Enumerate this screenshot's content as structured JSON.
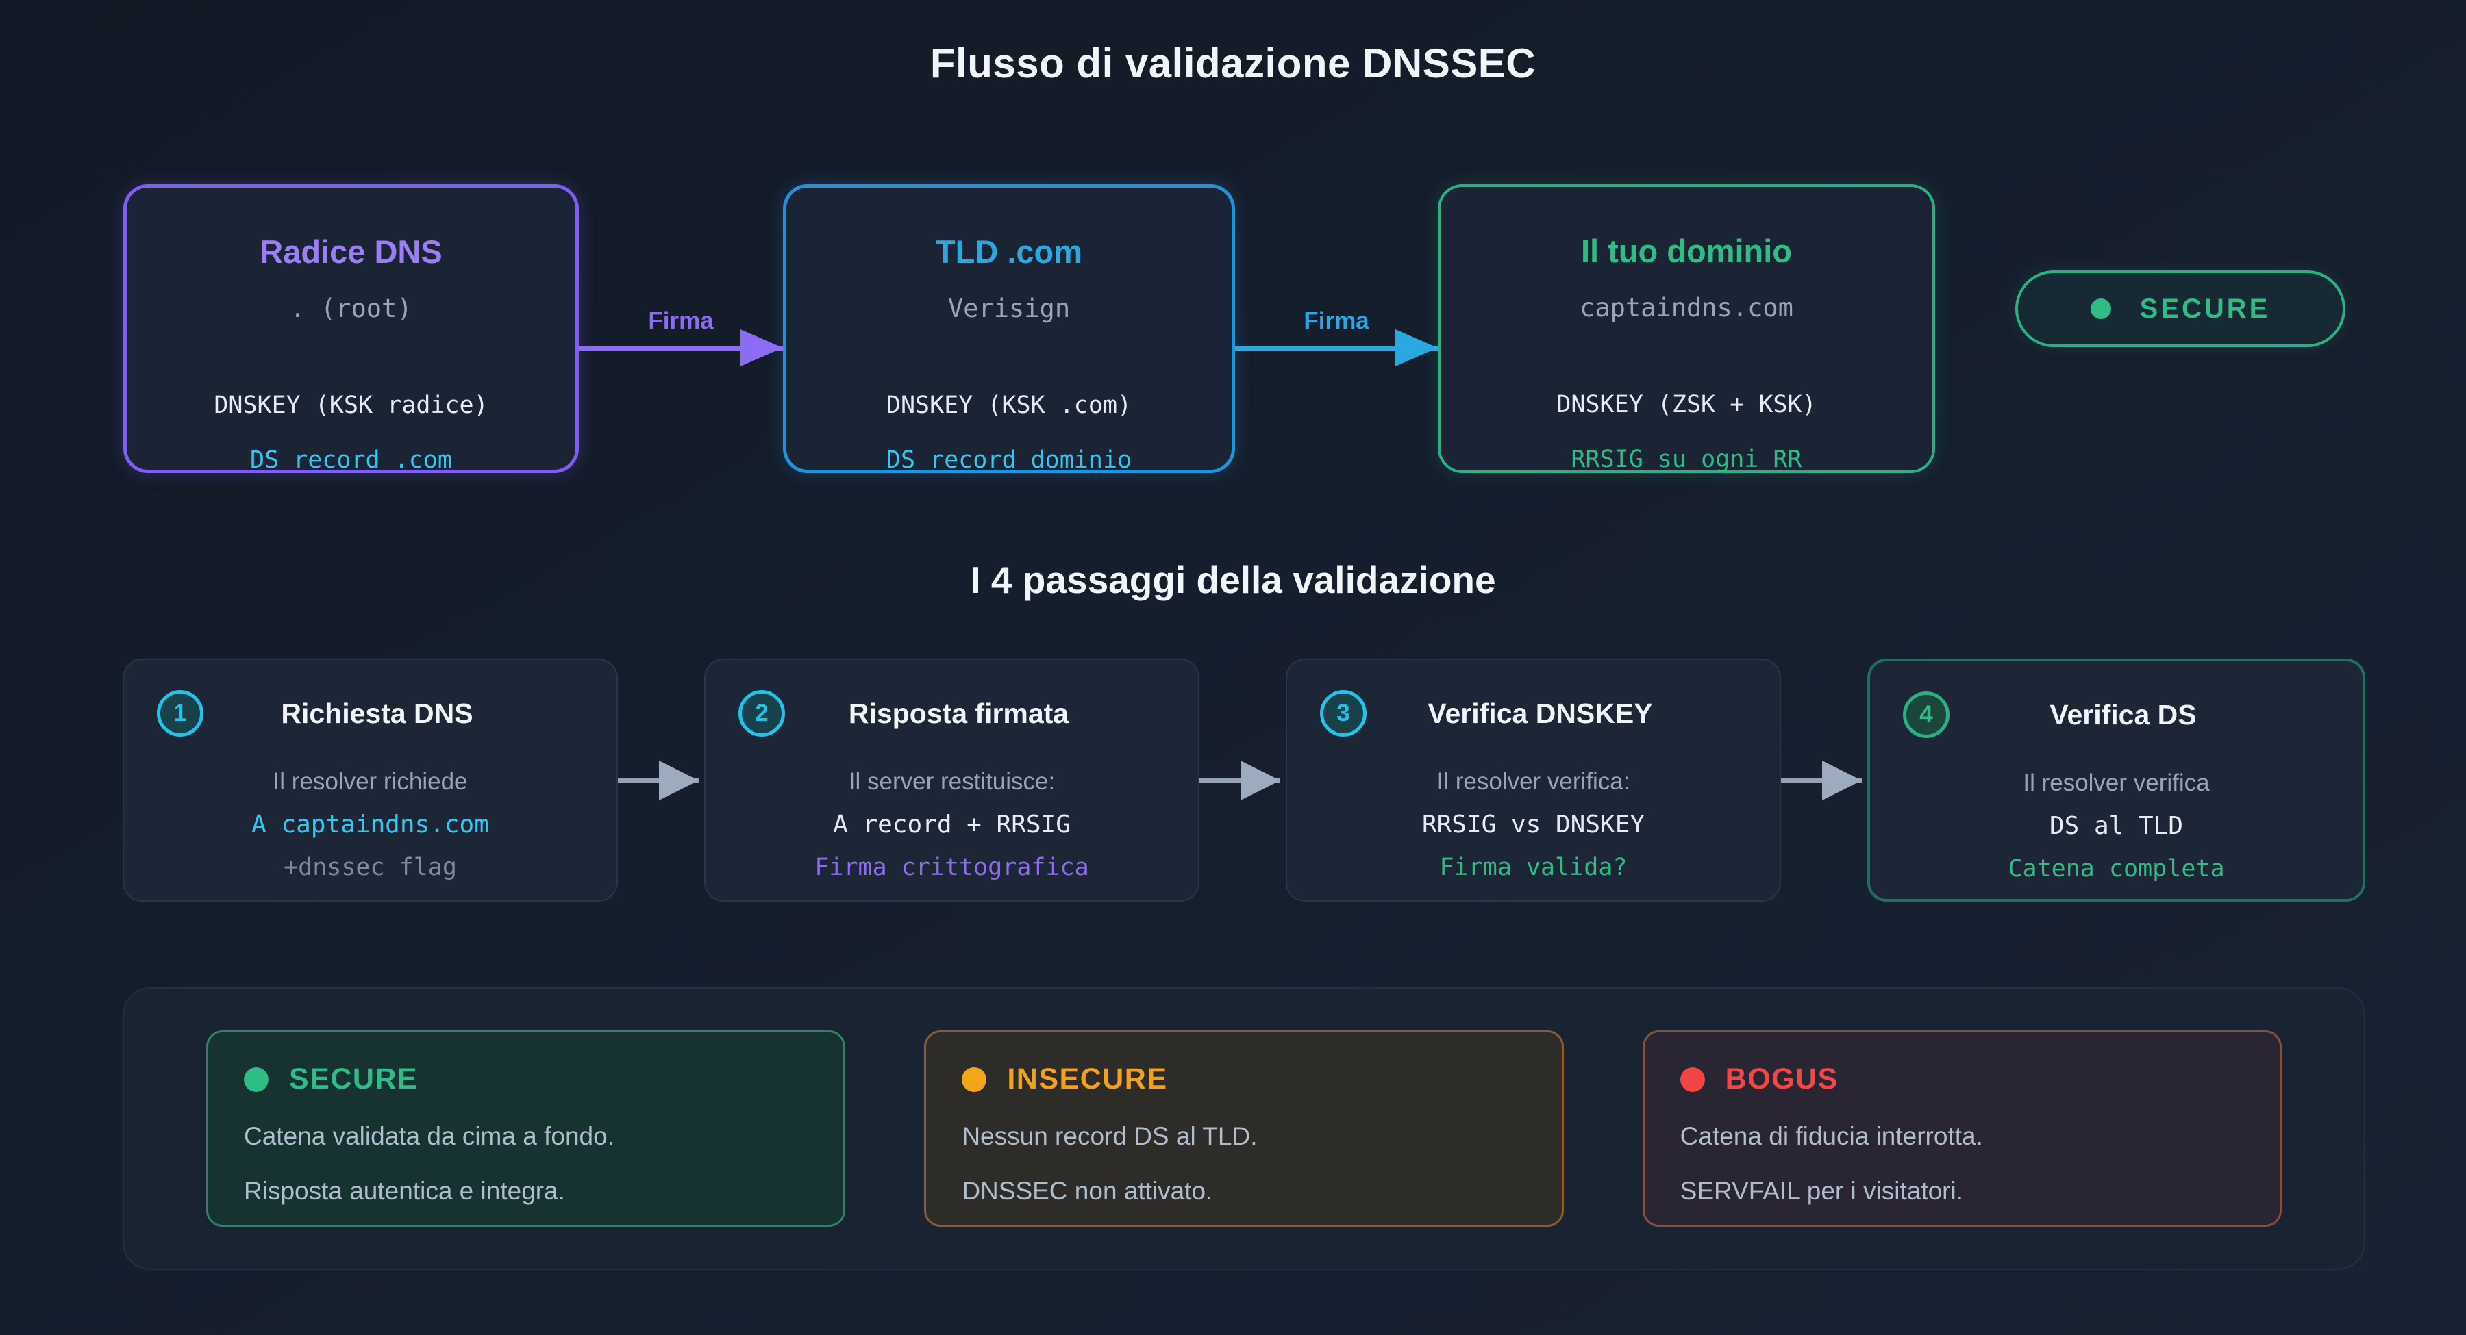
{
  "page": {
    "title": "Flusso di validazione DNSSEC",
    "steps_title": "I 4 passaggi della validazione"
  },
  "colors": {
    "purple": "#8b6cf2",
    "blue": "#29a8e2",
    "green": "#2ebd85",
    "cyan": "#31c9f2",
    "orange": "#f0a11d",
    "red": "#f04848"
  },
  "chain": {
    "nodes": [
      {
        "title": "Radice DNS",
        "subtitle": ". (root)",
        "line1": "DNSKEY (KSK radice)",
        "line2": "DS record .com"
      },
      {
        "title": "TLD .com",
        "subtitle": "Verisign",
        "line1": "DNSKEY (KSK .com)",
        "line2": "DS record dominio"
      },
      {
        "title": "Il tuo dominio",
        "subtitle": "captaindns.com",
        "line1": "DNSKEY (ZSK + KSK)",
        "line2": "RRSIG su ogni RR"
      }
    ],
    "arrows": [
      {
        "label": "Firma"
      },
      {
        "label": "Firma"
      }
    ],
    "badge": {
      "label": "SECURE"
    }
  },
  "steps": [
    {
      "number": "1",
      "title": "Richiesta DNS",
      "line1": "Il resolver richiede",
      "line2": "A captaindns.com",
      "line3": "+dnssec flag"
    },
    {
      "number": "2",
      "title": "Risposta firmata",
      "line1": "Il server restituisce:",
      "line2": "A record + RRSIG",
      "line3": "Firma crittografica"
    },
    {
      "number": "3",
      "title": "Verifica DNSKEY",
      "line1": "Il resolver verifica:",
      "line2": "RRSIG vs DNSKEY",
      "line3": "Firma valida?"
    },
    {
      "number": "4",
      "title": "Verifica DS",
      "line1": "Il resolver verifica",
      "line2": "DS al TLD",
      "line3": "Catena completa"
    }
  ],
  "statuses": [
    {
      "label": "SECURE",
      "line1": "Catena validata da cima a fondo.",
      "line2": "Risposta autentica e integra."
    },
    {
      "label": "INSECURE",
      "line1": "Nessun record DS al TLD.",
      "line2": "DNSSEC non attivato."
    },
    {
      "label": "BOGUS",
      "line1": "Catena di fiducia interrotta.",
      "line2": "SERVFAIL per i visitatori."
    }
  ]
}
